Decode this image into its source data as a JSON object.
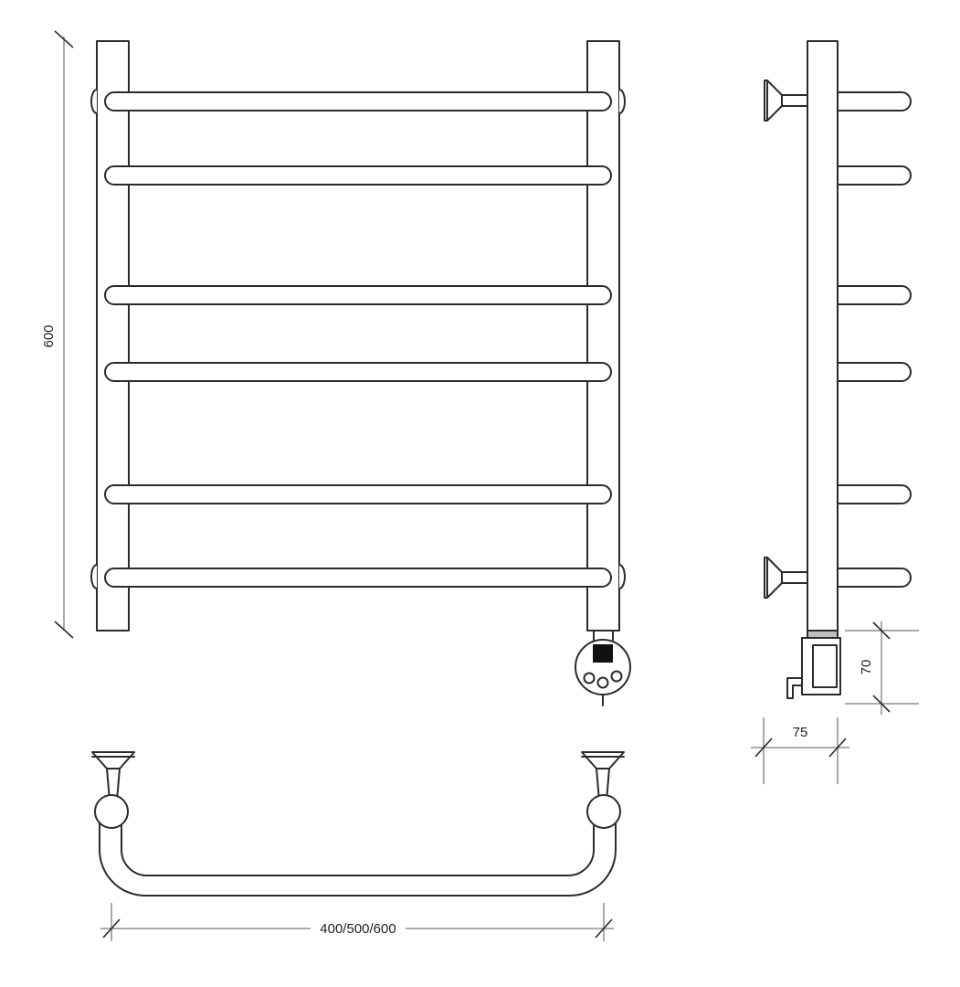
{
  "dimensions": {
    "height": "600",
    "width_options": "400/500/600",
    "depth": "75",
    "controller_height": "70"
  },
  "front_view": {
    "rung_count": 6
  },
  "side_view": {
    "rung_count": 6,
    "wall_brackets": 2
  },
  "top_view": {
    "wall_brackets": 2
  },
  "colors": {
    "line": "#2b2b2b",
    "fill": "#ffffff",
    "accent": "#111111"
  }
}
